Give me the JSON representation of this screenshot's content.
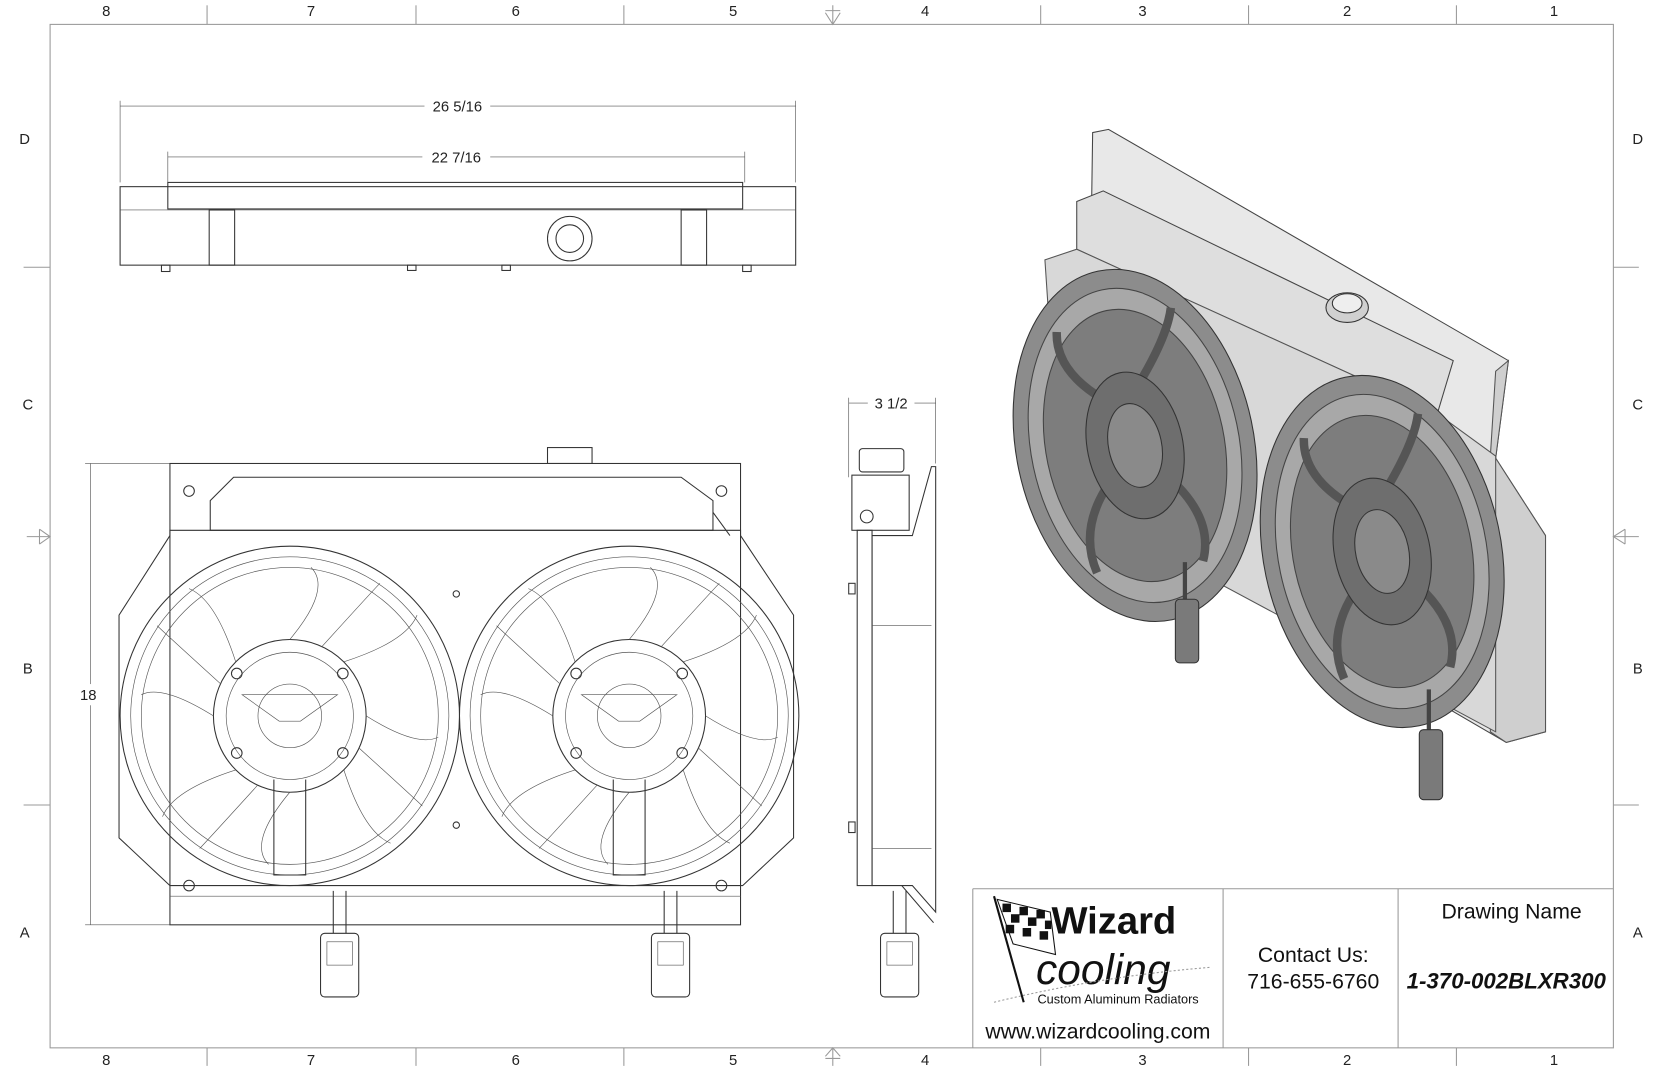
{
  "zones": {
    "columns": [
      "8",
      "7",
      "6",
      "5",
      "4",
      "3",
      "2",
      "1"
    ],
    "rows": [
      "D",
      "C",
      "B",
      "A"
    ]
  },
  "dimensions": {
    "overall_width": "26 5/16",
    "core_width": "22 7/16",
    "depth": "3 1/2",
    "height": "18"
  },
  "title_block": {
    "logo_word1": "Wizard",
    "logo_word2": "cooling",
    "logo_tagline": "Custom Aluminum Radiators",
    "website": "www.wizardcooling.com",
    "contact_label": "Contact Us:",
    "phone": "716-655-6760",
    "drawing_name_label": "Drawing Name",
    "drawing_number": "1-370-002BLXR300"
  },
  "colors": {
    "logo_blue": "#1a8fd6",
    "fan_gray": "#8a8a8a",
    "frame_light": "#e6e6e6"
  }
}
